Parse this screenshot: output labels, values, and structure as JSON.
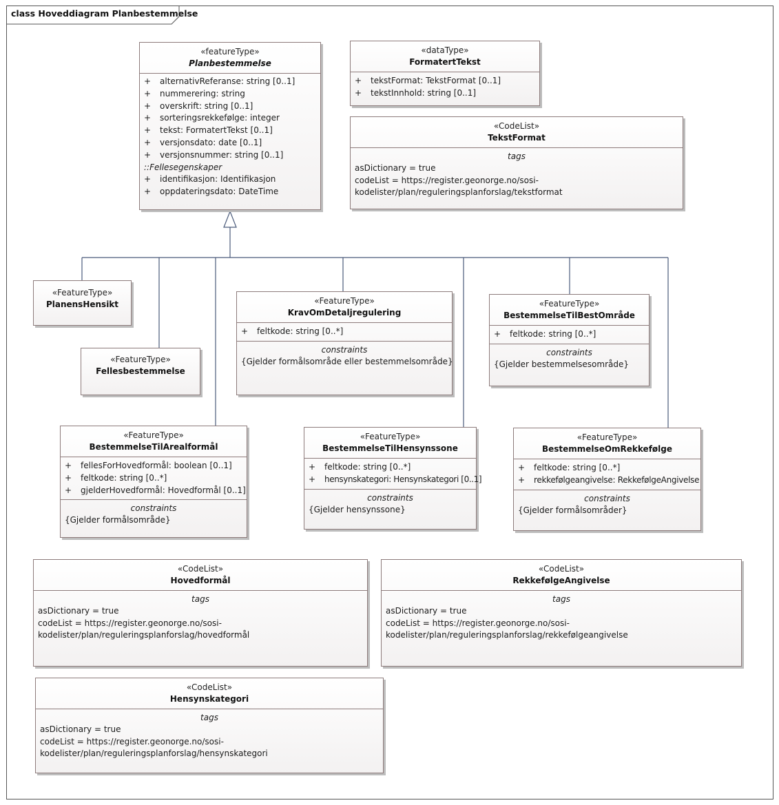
{
  "diagram_title": "class Hoveddiagram Planbestemmelse",
  "classes": {
    "planbestemmelse": {
      "stereotype": "«featureType»",
      "name": "Planbestemmelse",
      "attributes": [
        {
          "vis": "+",
          "text": "alternativReferanse: string [0..1]"
        },
        {
          "vis": "+",
          "text": "nummerering: string"
        },
        {
          "vis": "+",
          "text": "overskrift: string [0..1]"
        },
        {
          "vis": "+",
          "text": "sorteringsrekkefølge: integer"
        },
        {
          "vis": "+",
          "text": "tekst: FormatertTekst [0..1]"
        },
        {
          "vis": "+",
          "text": "versjonsdato: date [0..1]"
        },
        {
          "vis": "+",
          "text": "versjonsnummer: string [0..1]"
        }
      ],
      "group_label": "::Fellesegenskaper",
      "group_attributes": [
        {
          "vis": "+",
          "text": "identifikasjon: Identifikasjon"
        },
        {
          "vis": "+",
          "text": "oppdateringsdato: DateTime"
        }
      ]
    },
    "formatertTekst": {
      "stereotype": "«dataType»",
      "name": "FormatertTekst",
      "attributes": [
        {
          "vis": "+",
          "text": "tekstFormat: TekstFormat [0..1]"
        },
        {
          "vis": "+",
          "text": "tekstInnhold: string [0..1]"
        }
      ]
    },
    "tekstFormat": {
      "stereotype": "«CodeList»",
      "name": "TekstFormat",
      "section_title": "tags",
      "lines": [
        "asDictionary = true",
        "codeList = https://register.geonorge.no/sosi-",
        "kodelister/plan/reguleringsplanforslag/tekstformat"
      ]
    },
    "planensHensikt": {
      "stereotype": "«FeatureType»",
      "name": "PlanensHensikt"
    },
    "fellesbestemmelse": {
      "stereotype": "«FeatureType»",
      "name": "Fellesbestemmelse"
    },
    "kravOmDetaljregulering": {
      "stereotype": "«FeatureType»",
      "name": "KravOmDetaljregulering",
      "attributes": [
        {
          "vis": "+",
          "text": "feltkode: string [0..*]"
        }
      ],
      "section_title": "constraints",
      "lines": [
        "{Gjelder formålsområde eller bestemmelsområde}"
      ]
    },
    "bestemmelseTilBestOmraade": {
      "stereotype": "«FeatureType»",
      "name": "BestemmelseTilBestOmråde",
      "attributes": [
        {
          "vis": "+",
          "text": "feltkode: string [0..*]"
        }
      ],
      "section_title": "constraints",
      "lines": [
        "{Gjelder bestemmelsesområde}"
      ]
    },
    "bestemmelseTilArealformaal": {
      "stereotype": "«FeatureType»",
      "name": "BestemmelseTilArealformål",
      "attributes": [
        {
          "vis": "+",
          "text": "fellesForHovedformål: boolean [0..1]"
        },
        {
          "vis": "+",
          "text": "feltkode: string [0..*]"
        },
        {
          "vis": "+",
          "text": "gjelderHovedformål: Hovedformål [0..1]"
        }
      ],
      "section_title": "constraints",
      "lines": [
        "{Gjelder formålsområde}"
      ]
    },
    "bestemmelseTilHensynssone": {
      "stereotype": "«FeatureType»",
      "name": "BestemmelseTilHensynssone",
      "attributes": [
        {
          "vis": "+",
          "text": "feltkode: string [0..*]"
        },
        {
          "vis": "+",
          "text": "hensynskategori: Hensynskategori [0..1]"
        }
      ],
      "section_title": "constraints",
      "lines": [
        "{Gjelder hensynssone}"
      ]
    },
    "bestemmelseOmRekkefolge": {
      "stereotype": "«FeatureType»",
      "name": "BestemmelseOmRekkefølge",
      "attributes": [
        {
          "vis": "+",
          "text": "feltkode: string [0..*]"
        },
        {
          "vis": "+",
          "text": "rekkefølgeangivelse: RekkefølgeAngivelse"
        }
      ],
      "section_title": "constraints",
      "lines": [
        "{Gjelder formålsområder}"
      ]
    },
    "hovedformaal": {
      "stereotype": "«CodeList»",
      "name": "Hovedformål",
      "section_title": "tags",
      "lines": [
        "asDictionary = true",
        "codeList = https://register.geonorge.no/sosi-",
        "kodelister/plan/reguleringsplanforslag/hovedformål"
      ]
    },
    "rekkefolgeAngivelse": {
      "stereotype": "«CodeList»",
      "name": "RekkefølgeAngivelse",
      "section_title": "tags",
      "lines": [
        "asDictionary = true",
        "codeList = https://register.geonorge.no/sosi-",
        "kodelister/plan/reguleringsplanforslag/rekkefølgeangivelse"
      ]
    },
    "hensynskategori": {
      "stereotype": "«CodeList»",
      "name": "Hensynskategori",
      "section_title": "tags",
      "lines": [
        "asDictionary = true",
        "codeList = https://register.geonorge.no/sosi-",
        "kodelister/plan/reguleringsplanforslag/hensynskategori"
      ]
    }
  },
  "generalizations": {
    "parent": "Planbestemmelse",
    "children": [
      "PlanensHensikt",
      "Fellesbestemmelse",
      "BestemmelseTilArealformål",
      "KravOmDetaljregulering",
      "BestemmelseTilHensynssone",
      "BestemmelseTilBestOmråde",
      "BestemmelseOmRekkefølge"
    ]
  },
  "colors": {
    "connector": "#4a5a7a",
    "box_border": "#8c7a7a"
  }
}
